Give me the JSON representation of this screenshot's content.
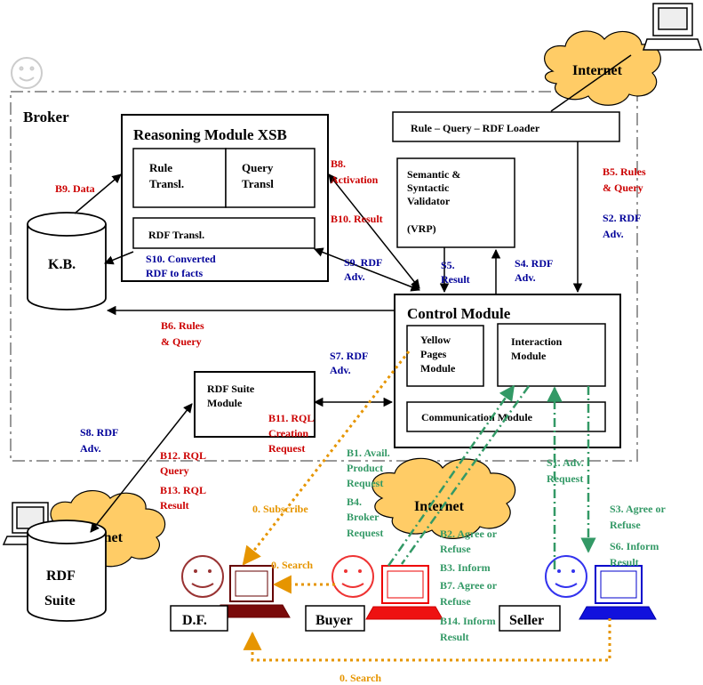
{
  "broker_label": "Broker",
  "reasoning": {
    "title": "Reasoning Module XSB",
    "rule_line1": "Rule",
    "rule_line2": "Transl.",
    "query_line1": "Query",
    "query_line2": "Transl",
    "rdf_transl": "RDF Transl."
  },
  "loader": "Rule – Query – RDF Loader",
  "validator": {
    "l1": "Semantic &",
    "l2": "Syntactic",
    "l3": "Validator",
    "l4": "(VRP)"
  },
  "control": {
    "title": "Control Module",
    "yp1": "Yellow",
    "yp2": "Pages",
    "yp3": "Module",
    "im1": "Interaction",
    "im2": "Module",
    "comm": "Communication Module"
  },
  "rdf_suite_module": {
    "l1": "RDF Suite",
    "l2": "Module"
  },
  "kb": "K.B.",
  "rdf_suite": {
    "l1": "RDF",
    "l2": "Suite"
  },
  "internet": "Internet",
  "agents": {
    "df": "D.F.",
    "buyer": "Buyer",
    "seller": "Seller"
  },
  "labels": {
    "b9": "B9. Data",
    "b8_1": "B8.",
    "b8_2": "Activation",
    "b10": "B10. Result",
    "s10_1": "S10. Converted",
    "s10_2": "RDF to facts",
    "s9_1": "S9. RDF",
    "s9_2": "Adv.",
    "s5_1": "S5.",
    "s5_2": "Result",
    "s4_1": "S4. RDF",
    "s4_2": "Adv.",
    "b5_1": "B5. Rules",
    "b5_2": "& Query",
    "s2_1": "S2. RDF",
    "s2_2": "Adv.",
    "b6_1": "B6. Rules",
    "b6_2": "& Query",
    "s7_1": "S7. RDF",
    "s7_2": "Adv.",
    "b11_1": "B11. RQL",
    "b11_2": "Creation",
    "b11_3": "Request",
    "s8_1": "S8. RDF",
    "s8_2": "Adv.",
    "b12_1": "B12. RQL",
    "b12_2": "Query",
    "b13_1": "B13. RQL",
    "b13_2": "Result",
    "b1_1": "B1. Avail.",
    "b1_2": "Product",
    "b1_3": "Request",
    "b4_1": "B4.",
    "b4_2": "Broker",
    "b4_3": "Request",
    "s1_1": "S1. Adv.",
    "s1_2": "Request",
    "subscribe": "0. Subscribe",
    "search1": "0. Search",
    "search2": "0. Search",
    "b2_1": "B2. Agree or",
    "b2_2": "Refuse",
    "b3": "B3. Inform",
    "b7_1": "B7. Agree or",
    "b7_2": "Refuse",
    "b14_1": "B14. Inform",
    "b14_2": "Result",
    "s3_1": "S3. Agree or",
    "s3_2": "Refuse",
    "s6_1": "S6. Inform",
    "s6_2": "Result"
  },
  "colors": {
    "red": "#cc0000",
    "blue": "#000099",
    "green": "#339966",
    "orange": "#e69500",
    "cloud": "#ffcc66"
  }
}
